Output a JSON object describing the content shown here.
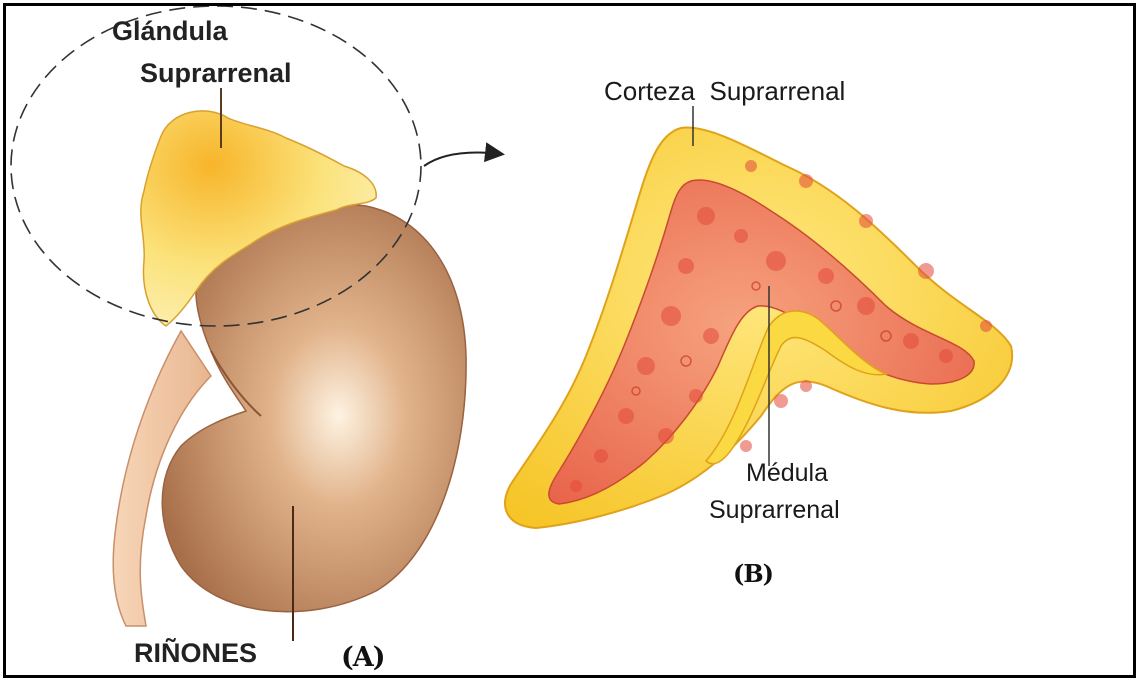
{
  "labels": {
    "glandula_line1": "Glándula",
    "glandula_line2": "Suprarrenal",
    "corteza": "Corteza  Suprarrenal",
    "medula_line1": "Médula",
    "medula_line2": "Suprarrenal",
    "rinones": "RIÑONES",
    "panel_a": "(A)",
    "panel_b": "(B)"
  },
  "colors": {
    "border": "#000000",
    "kidney": "#c8916a",
    "ureter": "#f1c7a2",
    "adrenal_gland": "#f9c53f",
    "cortex": "#fbd943",
    "medulla": "#e8704e"
  }
}
